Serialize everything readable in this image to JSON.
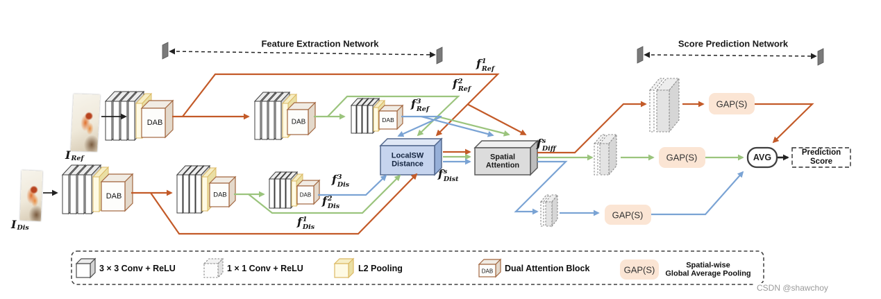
{
  "headers": {
    "feature_extraction": "Feature Extraction Network",
    "score_prediction": "Score Prediction Network"
  },
  "inputs": {
    "ref": {
      "base": "I",
      "sub": "Ref"
    },
    "dis": {
      "base": "I",
      "sub": "Dis"
    }
  },
  "feature_labels": {
    "f_ref_1": {
      "base": "f",
      "sup": "1",
      "sub": "Ref"
    },
    "f_ref_2": {
      "base": "f",
      "sup": "2",
      "sub": "Ref"
    },
    "f_ref_3": {
      "base": "f",
      "sup": "3",
      "sub": "Ref"
    },
    "f_dis_1": {
      "base": "f",
      "sup": "1",
      "sub": "Dis"
    },
    "f_dis_2": {
      "base": "f",
      "sup": "2",
      "sub": "Dis"
    },
    "f_dis_3": {
      "base": "f",
      "sup": "3",
      "sub": "Dis"
    },
    "f_dist": {
      "base": "f",
      "sup": "s",
      "sub": "Dist"
    },
    "f_diff": {
      "base": "f",
      "sup": "s",
      "sub": "Diff"
    }
  },
  "blocks": {
    "dab_label": "DAB",
    "localsw_line1": "LocalSW",
    "localsw_line2": "Distance",
    "spatial_line1": "Spatial",
    "spatial_line2": "Attention",
    "gap_label": "GAP(S)",
    "avg_label": "AVG",
    "prediction_line1": "Prediction",
    "prediction_line2": "Score"
  },
  "legend": {
    "conv3": "3 × 3 Conv + ReLU",
    "conv1": "1 × 1 Conv + ReLU",
    "l2": "L2 Pooling",
    "dab_icon": "DAB",
    "dab": "Dual Attention Block",
    "gap": "GAP(S)",
    "gap_desc1": "Spatial-wise",
    "gap_desc2": "Global Average Pooling"
  },
  "watermark": "CSDN @shawchoy",
  "colors": {
    "orange": "#C35A28",
    "green": "#9BC47D",
    "blue": "#7AA3D4",
    "localsw_box": "#C6D4EE",
    "spatial_box": "#DCDCDC",
    "gap_box": "#FBE5D4",
    "dab_border": "#A2663F"
  }
}
